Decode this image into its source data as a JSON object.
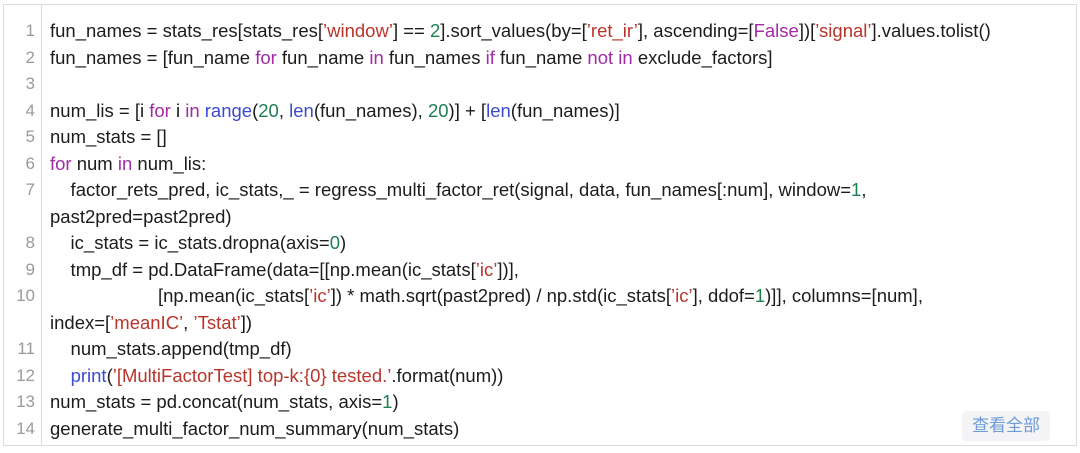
{
  "colors": {
    "plain": "#1c1c1e",
    "keyword": "#a02ba5",
    "string": "#b8352b",
    "number": "#1e7f52",
    "builtin": "#3d4bce",
    "line_number": "#9a9a9a",
    "frame_border": "#dbdbdb",
    "button_text": "#6c9bd6",
    "button_bg": "#f4f4f7"
  },
  "view_all_button": {
    "label": "查看全部"
  },
  "code": {
    "language": "python",
    "rows": [
      {
        "num": "1",
        "segments": [
          {
            "t": "fun_names = stats_res[stats_res[",
            "c": "plain"
          },
          {
            "t": "’window’",
            "c": "string"
          },
          {
            "t": "] == ",
            "c": "plain"
          },
          {
            "t": "2",
            "c": "number"
          },
          {
            "t": "].sort_values(by=[",
            "c": "plain"
          },
          {
            "t": "’ret_ir’",
            "c": "string"
          },
          {
            "t": "], ascending=[",
            "c": "plain"
          },
          {
            "t": "False",
            "c": "keyword"
          },
          {
            "t": "])[",
            "c": "plain"
          },
          {
            "t": "’signal’",
            "c": "string"
          },
          {
            "t": "].values.tolist()",
            "c": "plain"
          }
        ]
      },
      {
        "num": "2",
        "segments": [
          {
            "t": "fun_names = [fun_name ",
            "c": "plain"
          },
          {
            "t": "for",
            "c": "keyword"
          },
          {
            "t": " fun_name ",
            "c": "plain"
          },
          {
            "t": "in",
            "c": "keyword"
          },
          {
            "t": " fun_names ",
            "c": "plain"
          },
          {
            "t": "if",
            "c": "keyword"
          },
          {
            "t": " fun_name ",
            "c": "plain"
          },
          {
            "t": "not in",
            "c": "keyword"
          },
          {
            "t": " exclude_factors]",
            "c": "plain"
          }
        ]
      },
      {
        "num": "3",
        "segments": []
      },
      {
        "num": "4",
        "segments": [
          {
            "t": "num_lis = [i ",
            "c": "plain"
          },
          {
            "t": "for",
            "c": "keyword"
          },
          {
            "t": " i ",
            "c": "plain"
          },
          {
            "t": "in",
            "c": "keyword"
          },
          {
            "t": " ",
            "c": "plain"
          },
          {
            "t": "range",
            "c": "builtin"
          },
          {
            "t": "(",
            "c": "plain"
          },
          {
            "t": "20",
            "c": "number"
          },
          {
            "t": ", ",
            "c": "plain"
          },
          {
            "t": "len",
            "c": "builtin"
          },
          {
            "t": "(fun_names), ",
            "c": "plain"
          },
          {
            "t": "20",
            "c": "number"
          },
          {
            "t": ")] + [",
            "c": "plain"
          },
          {
            "t": "len",
            "c": "builtin"
          },
          {
            "t": "(fun_names)]",
            "c": "plain"
          }
        ]
      },
      {
        "num": "5",
        "segments": [
          {
            "t": "num_stats = []",
            "c": "plain"
          }
        ]
      },
      {
        "num": "6",
        "segments": [
          {
            "t": "for",
            "c": "keyword"
          },
          {
            "t": " num ",
            "c": "plain"
          },
          {
            "t": "in",
            "c": "keyword"
          },
          {
            "t": " num_lis:",
            "c": "plain"
          }
        ]
      },
      {
        "num": "7",
        "segments": [
          {
            "t": "    factor_rets_pred, ic_stats,_ = regress_multi_factor_ret(signal, data, fun_names[:num], window=",
            "c": "plain"
          },
          {
            "t": "1",
            "c": "number"
          },
          {
            "t": ",",
            "c": "plain"
          }
        ]
      },
      {
        "num": "",
        "segments": [
          {
            "t": "past2pred=past2pred)",
            "c": "plain"
          }
        ]
      },
      {
        "num": "8",
        "segments": [
          {
            "t": "    ic_stats = ic_stats.dropna(axis=",
            "c": "plain"
          },
          {
            "t": "0",
            "c": "number"
          },
          {
            "t": ")",
            "c": "plain"
          }
        ]
      },
      {
        "num": "9",
        "segments": [
          {
            "t": "    tmp_df = pd.DataFrame(data=[[np.mean(ic_stats[",
            "c": "plain"
          },
          {
            "t": "’ic’",
            "c": "string"
          },
          {
            "t": "])],",
            "c": "plain"
          }
        ]
      },
      {
        "num": "10",
        "segments": [
          {
            "t": "                     [np.mean(ic_stats[",
            "c": "plain"
          },
          {
            "t": "’ic’",
            "c": "string"
          },
          {
            "t": "]) * math.sqrt(past2pred) / np.std(ic_stats[",
            "c": "plain"
          },
          {
            "t": "’ic’",
            "c": "string"
          },
          {
            "t": "], ddof=",
            "c": "plain"
          },
          {
            "t": "1",
            "c": "number"
          },
          {
            "t": ")]], columns=[num],",
            "c": "plain"
          }
        ]
      },
      {
        "num": "",
        "segments": [
          {
            "t": "index=[",
            "c": "plain"
          },
          {
            "t": "’meanIC’",
            "c": "string"
          },
          {
            "t": ", ",
            "c": "plain"
          },
          {
            "t": "’Tstat’",
            "c": "string"
          },
          {
            "t": "])",
            "c": "plain"
          }
        ]
      },
      {
        "num": "11",
        "segments": [
          {
            "t": "    num_stats.append(tmp_df)",
            "c": "plain"
          }
        ]
      },
      {
        "num": "12",
        "segments": [
          {
            "t": "    ",
            "c": "plain"
          },
          {
            "t": "print",
            "c": "builtin"
          },
          {
            "t": "(",
            "c": "plain"
          },
          {
            "t": "’[MultiFactorTest] top-k:{0} tested.’",
            "c": "string"
          },
          {
            "t": ".format(num))",
            "c": "plain"
          }
        ]
      },
      {
        "num": "13",
        "segments": [
          {
            "t": "num_stats = pd.concat(num_stats, axis=",
            "c": "plain"
          },
          {
            "t": "1",
            "c": "number"
          },
          {
            "t": ")",
            "c": "plain"
          }
        ]
      },
      {
        "num": "14",
        "segments": [
          {
            "t": "generate_multi_factor_num_summary(num_stats)",
            "c": "plain"
          }
        ]
      }
    ]
  }
}
